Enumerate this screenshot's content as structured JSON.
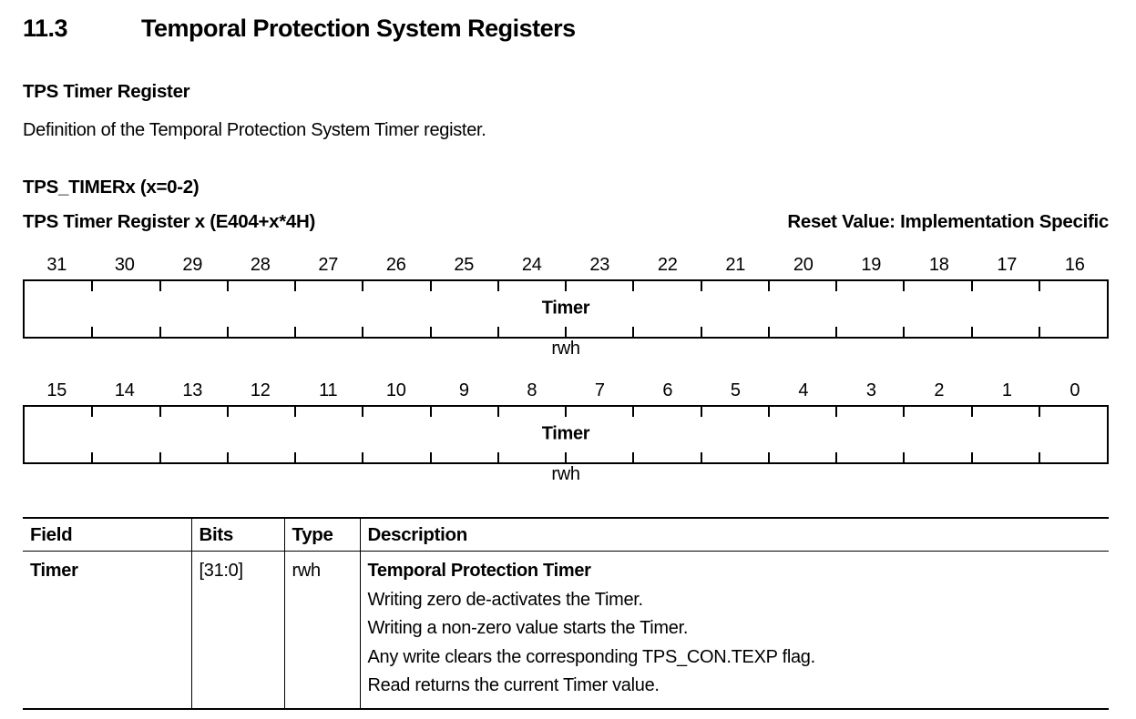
{
  "page": {
    "section_number": "11.3",
    "section_title": "Temporal Protection System Registers",
    "subtitle": "TPS Timer Register",
    "intro": "Definition of the Temporal Protection System Timer register."
  },
  "register": {
    "name_line": "TPS_TIMERx (x=0-2)",
    "title_line": "TPS Timer Register x (E404+x*4H)",
    "reset_value": "Reset Value: Implementation Specific",
    "rows": [
      {
        "bits": [
          "31",
          "30",
          "29",
          "28",
          "27",
          "26",
          "25",
          "24",
          "23",
          "22",
          "21",
          "20",
          "19",
          "18",
          "17",
          "16"
        ],
        "field_label": "Timer",
        "access": "rwh"
      },
      {
        "bits": [
          "15",
          "14",
          "13",
          "12",
          "11",
          "10",
          "9",
          "8",
          "7",
          "6",
          "5",
          "4",
          "3",
          "2",
          "1",
          "0"
        ],
        "field_label": "Timer",
        "access": "rwh"
      }
    ]
  },
  "table": {
    "headers": [
      "Field",
      "Bits",
      "Type",
      "Description"
    ],
    "rows": [
      {
        "field": "Timer",
        "bits": "[31:0]",
        "type": "rwh",
        "description_title": "Temporal Protection Timer",
        "description_lines": [
          "Writing zero de-activates the Timer.",
          "Writing a non-zero value starts the Timer.",
          "Any write clears the corresponding TPS_CON.TEXP flag.",
          "Read returns the current Timer value."
        ]
      }
    ]
  }
}
